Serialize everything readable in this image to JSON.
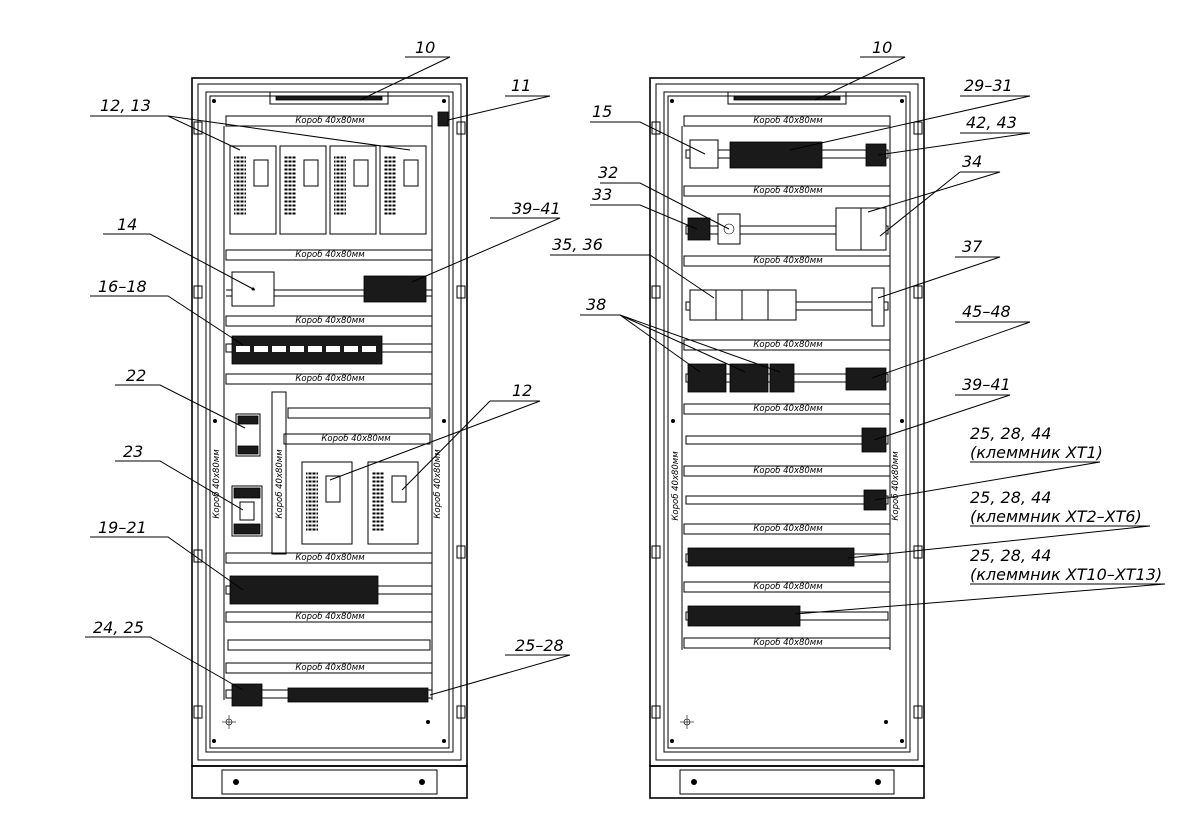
{
  "duct_label": "Короб 40х80мм",
  "callouts": {
    "c10_left": "10",
    "c11": "11",
    "c12_13": "12, 13",
    "c14": "14",
    "c16_18": "16–18",
    "c22": "22",
    "c23": "23",
    "c19_21": "19–21",
    "c24_25": "24, 25",
    "c39_41_left": "39–41",
    "c12": "12",
    "c25_28": "25–28",
    "c10_right": "10",
    "c29_31": "29–31",
    "c15": "15",
    "c42_43": "42, 43",
    "c32": "32",
    "c33": "33",
    "c34": "34",
    "c35_36": "35, 36",
    "c37": "37",
    "c38": "38",
    "c45_48": "45–48",
    "c39_41_right": "39–41",
    "c25_28_44_a": "25, 28, 44",
    "c_xt1": "(клеммник ХТ1)",
    "c25_28_44_b": "25, 28, 44",
    "c_xt2_xt6": "(клеммник ХТ2–ХТ6)",
    "c25_28_44_c": "25, 28, 44",
    "c_xt10_xt13": "(клеммник ХТ10–ХТ13)"
  }
}
